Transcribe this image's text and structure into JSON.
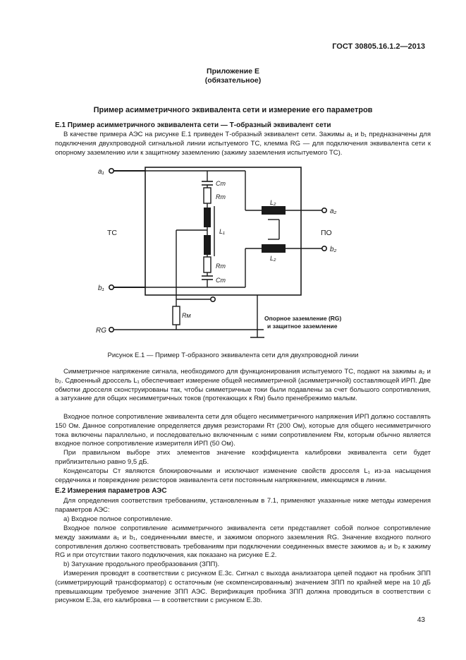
{
  "header": {
    "standard": "ГОСТ 30805.16.1.2—2013"
  },
  "appendix": {
    "title": "Приложение Е",
    "subtitle": "(обязательное)"
  },
  "main_title": "Пример асимметричного эквивалента сети и измерение его параметров",
  "section1": {
    "heading": "Е.1 Пример асимметричного эквивалента сети — Т-образный эквивалент сети",
    "intro": "В качестве примера АЭС на рисунке Е.1 приведен Т-образный эквивалент сети. Зажимы a₁ и b₁ предназначены для подключения двухпроводной сигнальной линии испытуемого ТС, клемма RG — для подключения эквивалента сети к опорному заземлению или к защитному заземлению (зажиму заземления испытуемого ТС)."
  },
  "figure": {
    "terminal_a1": "a₁",
    "terminal_b1": "b₁",
    "terminal_a2": "a₂",
    "terminal_b2": "b₂",
    "terminal_rg": "RG",
    "label_ts": "ТС",
    "label_po": "ПО",
    "c_top": "Cт",
    "r_top": "Rт",
    "l1": "L₁",
    "r_bot": "Rт",
    "c_bot": "Cт",
    "l2_top": "L₂",
    "l2_bot": "L₂",
    "rm": "Rм",
    "ground_line1": "Опорное заземление (RG)",
    "ground_line2": "и защитное заземление",
    "caption": "Рисунок Е.1 — Пример Т-образного эквивалента сети для двухпроводной линии"
  },
  "body": {
    "p1": "Симметричное напряжение сигнала, необходимого для функционирования испытуемого ТС, подают на зажимы a₂ и b₂. Сдвоенный дроссель L₁ обеспечивает измерение общей несимметричной (асимметричной) составляющей ИРП. Две обмотки дросселя сконструированы так, чтобы симметричные токи были подавлены за счет большого сопротивления, а затухание для общих несимметричных токов (протекающих к Rм) было пренебрежимо малым.",
    "p2": "Входное полное сопротивление эквивалента сети для общего несимметричного напряжения ИРП должно составлять 150 Ом. Данное сопротивление определяется двумя резисторами Rт (200 Ом), которые для общего несимметричного тока включены параллельно, и последовательно включенным с ними сопротивлением Rм, которым обычно является входное полное сопротивление измерителя ИРП (50 Ом).",
    "p3": "При правильном выборе этих элементов значение коэффициента калибровки эквивалента сети будет приблизительно равно 9,5 дБ.",
    "p4": "Конденсаторы Cт являются блокировочными и исключают изменение свойств дросселя L₁ из-за насыщения сердечника и повреждение резисторов эквивалента сети постоянным напряжением, имеющимся в линии."
  },
  "section2": {
    "heading": "Е.2 Измерения параметров АЭС",
    "p1": "Для определения соответствия требованиям, установленным в 7.1, применяют указанные ниже методы измерения параметров АЭС:",
    "a": "а) Входное полное сопротивление.",
    "p2": "Входное полное сопротивление асимметричного эквивалента сети представляет собой полное сопротивление между зажимами a₁ и b₁, соединенными вместе, и зажимом опорного заземления RG. Значение входного полного сопротивления должно соответствовать требованиям при подключении соединенных вместе зажимов a₂ и b₂ к зажиму RG и при отсутствии такого подключения, как показано на рисунке Е.2.",
    "b": "b) Затухание продольного преобразования (ЗПП).",
    "p3": "Измерения проводят в соответствии с рисунком Е.3с. Сигнал с выхода анализатора цепей подают на пробник ЗПП (симметрирующий трансформатор) с остаточным (не скомпенсированным) значением ЗПП по крайней мере на 10 дБ превышающим требуемое значение ЗПП АЭС. Верификация пробника ЗПП должна проводиться в соответствии с рисунком Е.3а, его калибровка — в соответствии с рисунком Е.3b."
  },
  "page_number": "43"
}
